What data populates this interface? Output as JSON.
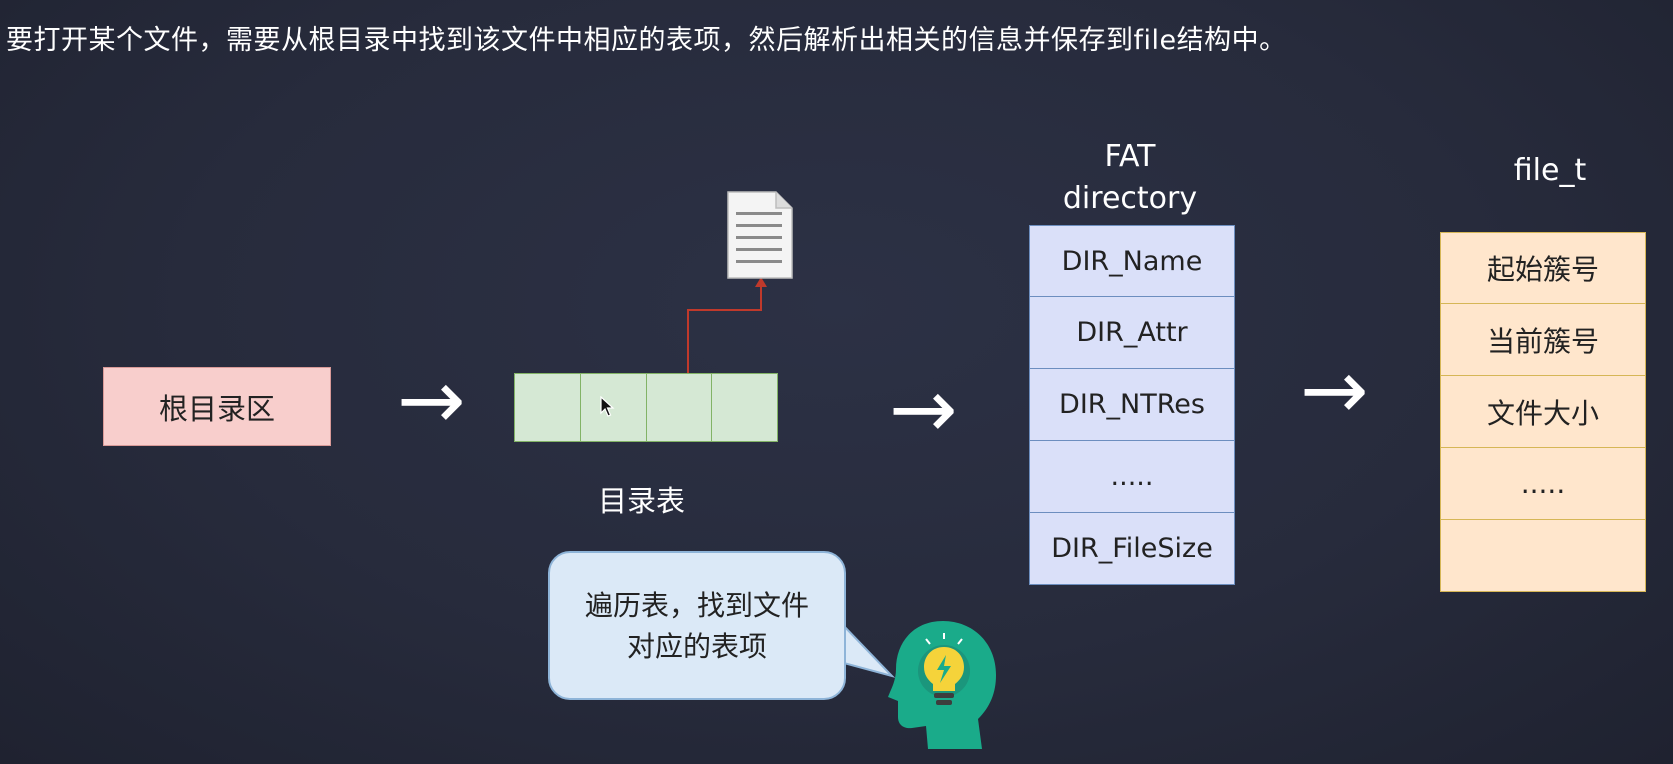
{
  "caption": "要打开某个文件，需要从根目录中找到该文件中相应的表项，然后解析出相关的信息并保存到file结构中。",
  "root_area": {
    "label": "根目录区"
  },
  "dir_table": {
    "label": "目录表",
    "cells": 4
  },
  "fat_directory": {
    "title_line1": "FAT",
    "title_line2": "directory",
    "rows": [
      "DIR_Name",
      "DIR_Attr",
      "DIR_NTRes",
      ".....",
      "DIR_FileSize"
    ]
  },
  "file_t": {
    "title": "file_t",
    "rows": [
      "起始簇号",
      "当前簇号",
      "文件大小",
      ".....",
      ""
    ]
  },
  "callout": {
    "line1": "遍历表，找到文件",
    "line2": "对应的表项"
  },
  "arrow_glyph": "→",
  "icons": [
    "document-icon",
    "idea-head-icon",
    "mouse-cursor-icon",
    "right-arrow-icon"
  ],
  "colors": {
    "background": "#272b3c",
    "root_fill": "#f8cecc",
    "dir_table_fill": "#d5e8d4",
    "fat_fill": "#dae0f9",
    "file_fill": "#ffe6cc",
    "connector": "#c0392b",
    "head_icon": "#1aab8a",
    "bulb": "#f5d33a"
  }
}
